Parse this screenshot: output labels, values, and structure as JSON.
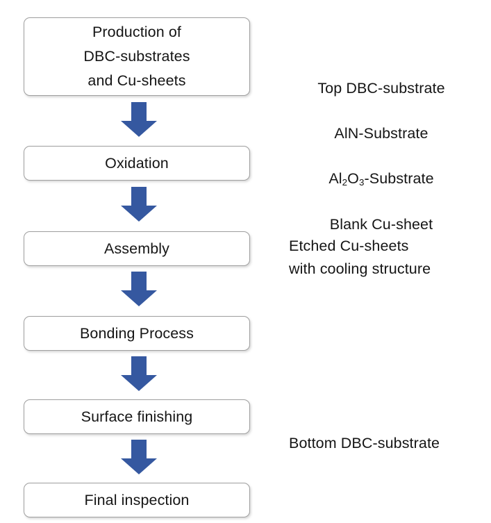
{
  "diagram": {
    "title": "DBC substrate manufacturing process flow",
    "accent_color": "#3558A0",
    "box_border_color": "#9f9f9f",
    "text_color": "#151515",
    "background_color": "#ffffff",
    "steps": [
      {
        "id": "production",
        "label": "Production of\nDBC-substrates\nand Cu-sheets"
      },
      {
        "id": "oxidation",
        "label": "Oxidation"
      },
      {
        "id": "assembly",
        "label": "Assembly"
      },
      {
        "id": "bonding-process",
        "label": "Bonding Process"
      },
      {
        "id": "surface-finishing",
        "label": "Surface finishing"
      },
      {
        "id": "final-inspection",
        "label": "Final inspection"
      }
    ],
    "connectors": [
      {
        "id": "arrow-1",
        "from": "production",
        "to": "oxidation",
        "icon": "down-arrow-icon"
      },
      {
        "id": "arrow-2",
        "from": "oxidation",
        "to": "assembly",
        "icon": "down-arrow-icon"
      },
      {
        "id": "arrow-3",
        "from": "assembly",
        "to": "bonding-process",
        "icon": "down-arrow-icon"
      },
      {
        "id": "arrow-4",
        "from": "bonding-process",
        "to": "surface-finishing",
        "icon": "down-arrow-icon"
      },
      {
        "id": "arrow-5",
        "from": "surface-finishing",
        "to": "final-inspection",
        "icon": "down-arrow-icon"
      }
    ],
    "annotations": {
      "materials": {
        "lines": [
          "Top DBC-substrate",
          "AlN-Substrate",
          "Al2O3-Substrate",
          "Blank Cu-sheet"
        ],
        "line_1": "Top DBC-substrate",
        "line_2": "AlN-Substrate",
        "line_3_prefix": "Al",
        "line_3_sub_1": "2",
        "line_3_mid": "O",
        "line_3_sub_2": "3",
        "line_3_suffix": "-Substrate",
        "line_4": "Blank Cu-sheet"
      },
      "etched": {
        "text": "Etched Cu-sheets\nwith cooling structure"
      },
      "bottom": {
        "text": "Bottom DBC-substrate"
      }
    }
  }
}
